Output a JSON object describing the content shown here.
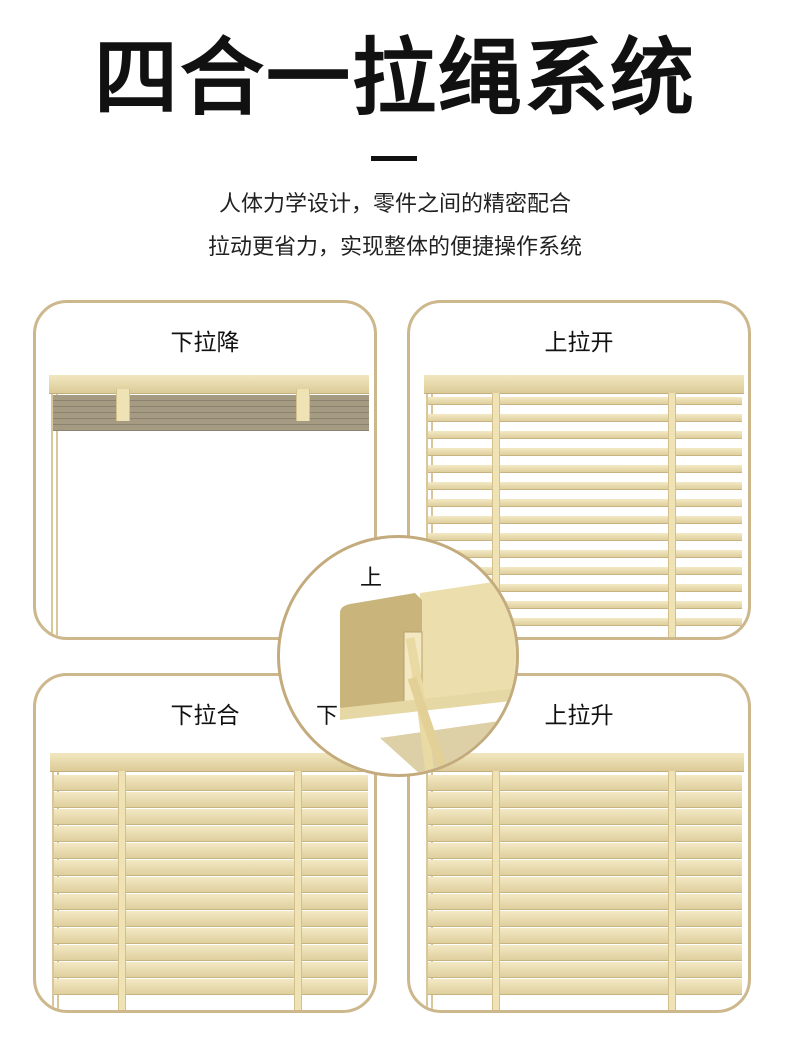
{
  "header": {
    "title": "四合一拉绳系统",
    "subtitle_line1": "人体力学设计，零件之间的精密配合",
    "subtitle_line2": "拉动更省力，实现整体的便捷操作系统"
  },
  "panels": [
    {
      "label": "下拉降",
      "state": "raised"
    },
    {
      "label": "上拉开",
      "state": "open"
    },
    {
      "label": "下拉合",
      "state": "closed"
    },
    {
      "label": "上拉升",
      "state": "closed"
    }
  ],
  "detail": {
    "up_label": "上",
    "down_label": "下"
  },
  "colors": {
    "border": "#cdb78c",
    "slat": "#e8dcaa"
  }
}
